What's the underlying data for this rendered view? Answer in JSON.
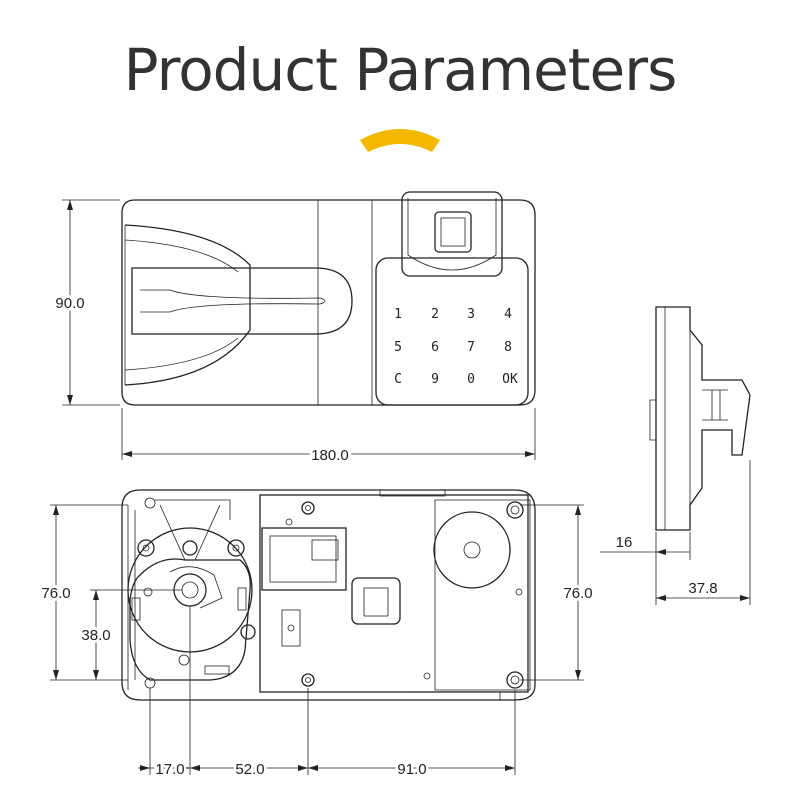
{
  "title": "Product Parameters",
  "accent_color": "#F5B800",
  "front_view": {
    "height_label": "90.0",
    "width_label": "180.0",
    "keypad": [
      "1",
      "2",
      "3",
      "4",
      "5",
      "6",
      "7",
      "8",
      "C",
      "9",
      "0",
      "OK"
    ]
  },
  "back_view": {
    "height_left_label": "76.0",
    "height_right_label": "76.0",
    "mid_height_label": "38.0",
    "dim_a_label": "17.0",
    "dim_b_label": "52.0",
    "dim_c_label": "91.0"
  },
  "side_view": {
    "depth_small_label": "16",
    "depth_total_label": "37.8"
  }
}
